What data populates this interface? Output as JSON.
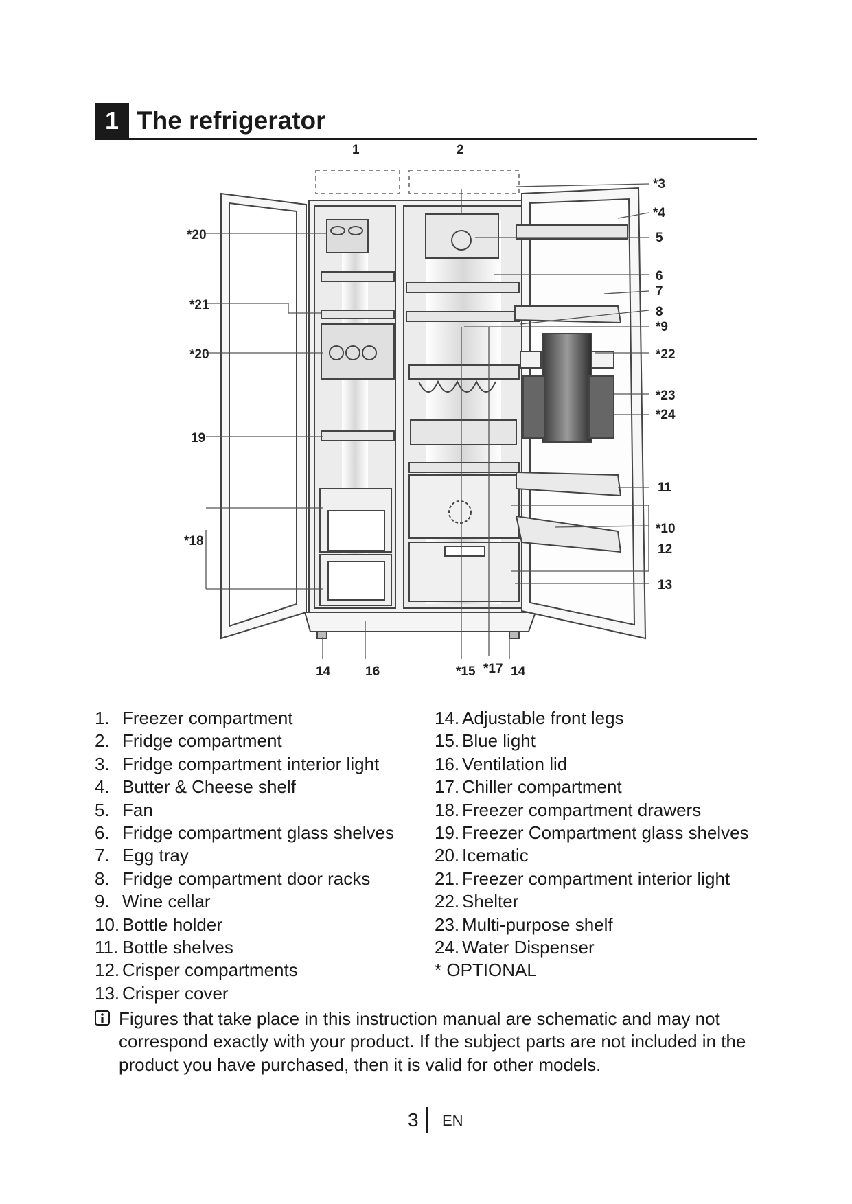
{
  "section": {
    "number": "1",
    "title": "The refrigerator"
  },
  "diagram_labels": {
    "l1": "1",
    "l2": "2",
    "l3": "*3",
    "l4": "*4",
    "l5": "5",
    "l6": "6",
    "l7": "7",
    "l8": "8",
    "l9": "*9",
    "l10": "*10",
    "l11": "11",
    "l12": "12",
    "l13": "13",
    "l14a": "14",
    "l14b": "14",
    "l15": "*15",
    "l16": "16",
    "l17": "*17",
    "l18": "*18",
    "l19": "19",
    "l20a": "*20",
    "l20b": "*20",
    "l21": "*21",
    "l22": "*22",
    "l23": "*23",
    "l24": "*24"
  },
  "legend_left": [
    {
      "n": "1.",
      "t": "Freezer compartment"
    },
    {
      "n": "2.",
      "t": "Fridge compartment"
    },
    {
      "n": "3.",
      "t": "Fridge compartment interior light"
    },
    {
      "n": "4.",
      "t": "Butter & Cheese shelf"
    },
    {
      "n": "5.",
      "t": "Fan"
    },
    {
      "n": "6.",
      "t": "Fridge compartment glass shelves"
    },
    {
      "n": "7.",
      "t": "Egg tray"
    },
    {
      "n": "8.",
      "t": "Fridge compartment door racks"
    },
    {
      "n": "9.",
      "t": "Wine cellar"
    },
    {
      "n": "10.",
      "t": "Bottle holder"
    },
    {
      "n": "11.",
      "t": "Bottle shelves"
    },
    {
      "n": "12.",
      "t": "Crisper compartments"
    },
    {
      "n": "13.",
      "t": "Crisper cover"
    }
  ],
  "legend_right": [
    {
      "n": "14.",
      "t": "Adjustable front legs"
    },
    {
      "n": "15.",
      "t": "Blue light"
    },
    {
      "n": "16.",
      "t": "Ventilation lid"
    },
    {
      "n": "17.",
      "t": "Chiller compartment"
    },
    {
      "n": "18.",
      "t": "Freezer compartment drawers"
    },
    {
      "n": "19.",
      "t": "Freezer Compartment glass shelves"
    },
    {
      "n": "20.",
      "t": "Icematic"
    },
    {
      "n": "21.",
      "t": "Freezer compartment interior light"
    },
    {
      "n": "22.",
      "t": "Shelter"
    },
    {
      "n": "23.",
      "t": "Multi-purpose shelf"
    },
    {
      "n": "24.",
      "t": "Water Dispenser"
    },
    {
      "n": "",
      "t": "* OPTIONAL"
    }
  ],
  "note": {
    "line1": "Figures that take place in this instruction manual are schematic and may not",
    "line2": "correspond exactly with your product. If the subject parts are not included in the",
    "line3": "product you have purchased, then it is valid for other models."
  },
  "footer": {
    "page": "3",
    "lang": "EN"
  }
}
